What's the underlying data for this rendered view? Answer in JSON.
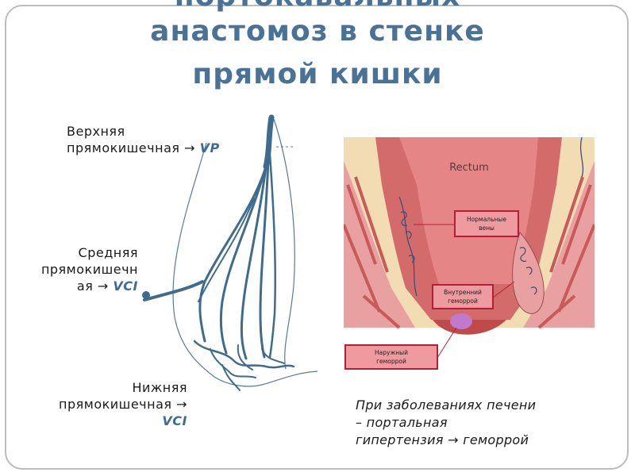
{
  "slide": {
    "title_lines": [
      "портокавальных",
      "анастомоз в стенке",
      "прямой кишки"
    ],
    "labels": {
      "upper_1": "Верхняя",
      "upper_2": "прямокишечная →",
      "upper_vein": "VP",
      "middle_1": "Средняя",
      "middle_2": "прямокишечн",
      "middle_3": "ая →",
      "middle_vein": "VCI",
      "lower_1": "Нижняя",
      "lower_2": "прямокишечная →",
      "lower_vein": "VCI"
    },
    "anatomy": {
      "rectum": "Rectum",
      "normal_veins_1": "Нормальные",
      "normal_veins_2": "вены",
      "internal_1": "Внутренний",
      "internal_2": "геморрой",
      "external_1": "Наружный",
      "external_2": "геморрой"
    },
    "note": [
      "При заболеваниях печени",
      "– портальная",
      "гипертензия → геморрой"
    ]
  },
  "colors": {
    "title": "#4a7296",
    "vein_drawing": "#3f6b8c",
    "tissue_pink": "#e9a0a0",
    "muscle_red": "#c85a5a",
    "callout_fill": "#ef9a9e",
    "callout_border": "#b31f35"
  }
}
